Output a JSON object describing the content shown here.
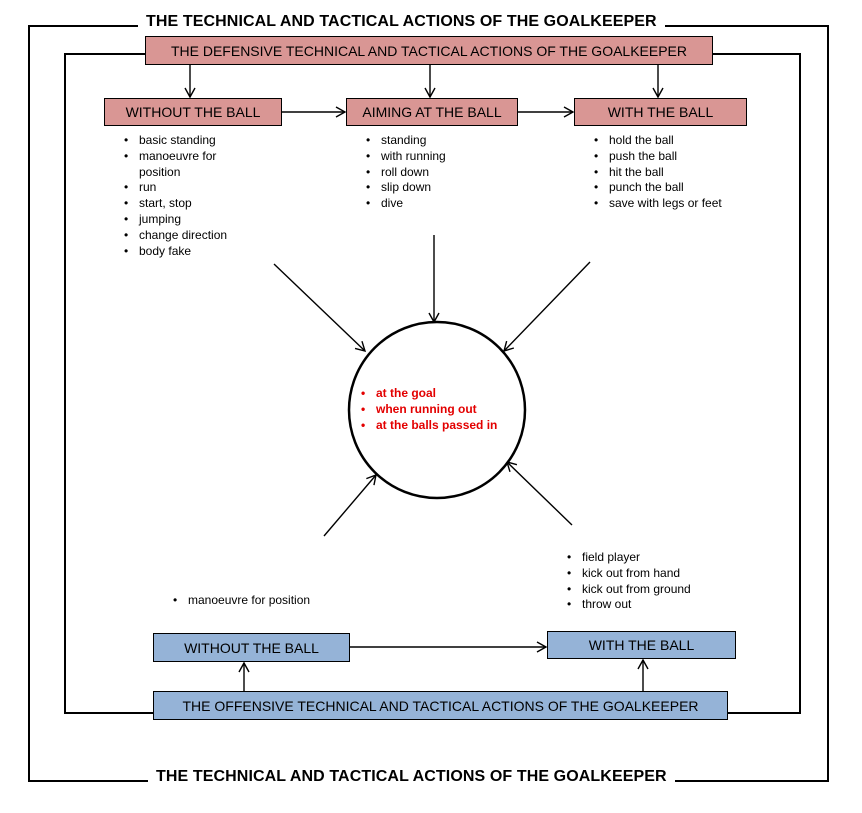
{
  "outer_title": "THE TECHNICAL AND TACTICAL ACTIONS OF THE GOALKEEPER",
  "defensive": {
    "title": "THE DEFENSIVE TECHNICAL AND TACTICAL ACTIONS OF THE GOALKEEPER",
    "without_ball": {
      "label": "WITHOUT THE BALL",
      "items": [
        "basic standing",
        "manoeuvre for position",
        "run",
        "start, stop",
        "jumping",
        "change direction",
        "body fake"
      ]
    },
    "aiming_ball": {
      "label": "AIMING AT THE BALL",
      "items": [
        "standing",
        "with running",
        "roll down",
        "slip down",
        "dive"
      ]
    },
    "with_ball": {
      "label": "WITH THE BALL",
      "items": [
        "hold the ball",
        "push the ball",
        "hit the ball",
        "punch the ball",
        "save with legs or feet"
      ]
    }
  },
  "center": {
    "items": [
      "at the goal",
      "when running out",
      "at the balls passed in"
    ]
  },
  "offensive": {
    "title": "THE OFFENSIVE TECHNICAL AND TACTICAL ACTIONS OF THE GOALKEEPER",
    "without_ball": {
      "label": "WITHOUT THE BALL",
      "items": [
        "manoeuvre for position"
      ]
    },
    "with_ball": {
      "label": "WITH THE BALL",
      "items": [
        "field player",
        "kick out from hand",
        "kick out from ground",
        "throw out"
      ]
    }
  },
  "colors": {
    "defensive_fill": "#d99694",
    "offensive_fill": "#95b3d7",
    "center_text": "#e30000"
  }
}
